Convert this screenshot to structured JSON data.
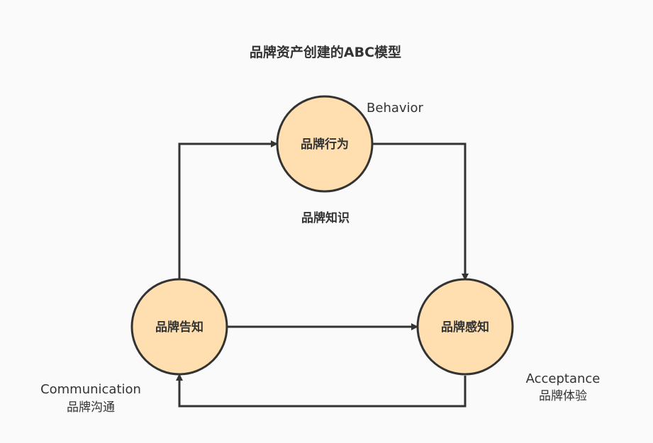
{
  "title": "品牌资产创建的ABC模型",
  "center_label": "品牌知识",
  "nodes": {
    "behavior": {
      "label": "品牌行为"
    },
    "communication": {
      "label": "品牌告知"
    },
    "acceptance": {
      "label": "品牌感知"
    }
  },
  "captions": {
    "behavior": {
      "en": "Behavior"
    },
    "communication": {
      "en": "Communication",
      "cn": "品牌沟通"
    },
    "acceptance": {
      "en": "Acceptance",
      "cn": "品牌体验"
    }
  },
  "colors": {
    "node_fill": "#ffdfb0",
    "node_stroke": "#333333",
    "edge": "#333333",
    "text": "#333333",
    "background": "#fafafa"
  }
}
